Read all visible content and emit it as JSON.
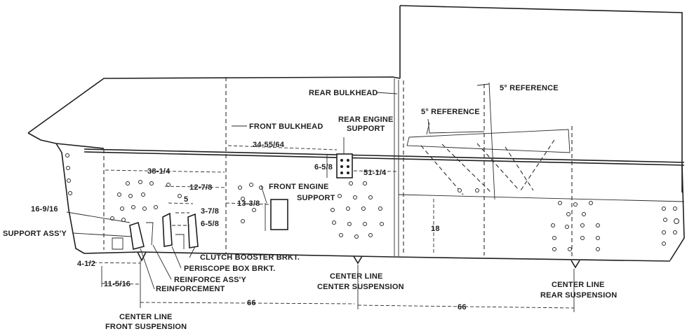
{
  "labels": {
    "rear_bulkhead": "REAR BULKHEAD",
    "ref_5_upper": "5° REFERENCE",
    "ref_5_lower": "5° REFERENCE",
    "front_bulkhead": "FRONT BULKHEAD",
    "rear_engine_support_1": "REAR ENGINE",
    "rear_engine_support_2": "SUPPORT",
    "front_engine_support_1": "FRONT ENGINE",
    "front_engine_support_2": "SUPPORT",
    "support_assy": "SUPPORT ASS'Y",
    "clutch_booster": "CLUTCH BOOSTER BRKT.",
    "periscope_box": "PERISCOPE BOX BRKT.",
    "reinforce_assy": "REINFORCE ASS'Y",
    "reinforcement": "REINFORCEMENT",
    "cl_front_1": "CENTER LINE",
    "cl_front_2": "FRONT SUSPENSION",
    "cl_center_1": "CENTER LINE",
    "cl_center_2": "CENTER SUSPENSION",
    "cl_rear_1": "CENTER LINE",
    "cl_rear_2": "REAR SUSPENSION"
  },
  "dimensions": {
    "d_34_55_64": "34-55/64",
    "d_6_5_8_top": "6-5/8",
    "d_51_1_4": "51-1/4",
    "d_38_1_4": "38-1/4",
    "d_12_7_8": "12-7/8",
    "d_13_3_8": "13-3/8",
    "d_5": "5",
    "d_3_7_8": "3-7/8",
    "d_6_5_8_low": "6-5/8",
    "d_16_9_16": "16-9/16",
    "d_18": "18",
    "d_4_1_2": "4-1/2",
    "d_11_5_16": "11-5/16",
    "d_66_left": "66",
    "d_66_right": "66"
  }
}
